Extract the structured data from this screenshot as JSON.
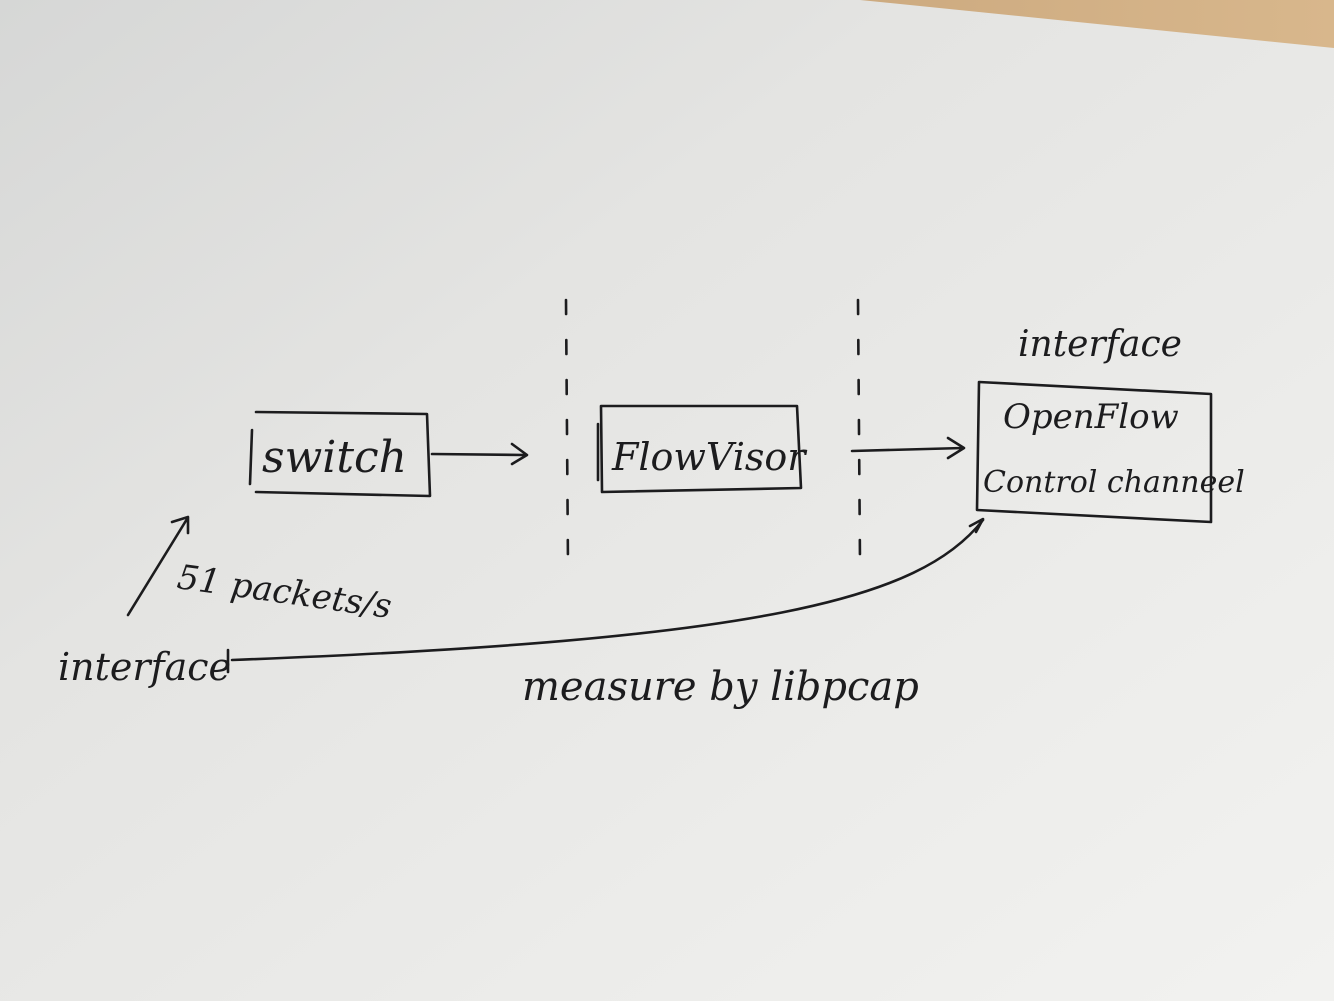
{
  "diagram": {
    "nodes": {
      "switch": "switch",
      "flowvisor": "FlowVisor",
      "openflow_line1": "OpenFlow",
      "openflow_line2": "Control channeel"
    },
    "labels": {
      "interface_top": "interface",
      "interface_left": "interface",
      "rate": "51 packets/s",
      "measure": "measure by libpcap"
    },
    "colors": {
      "ink": "#1c1c1e",
      "paper": "#ececea",
      "table": "#c9a477"
    }
  }
}
